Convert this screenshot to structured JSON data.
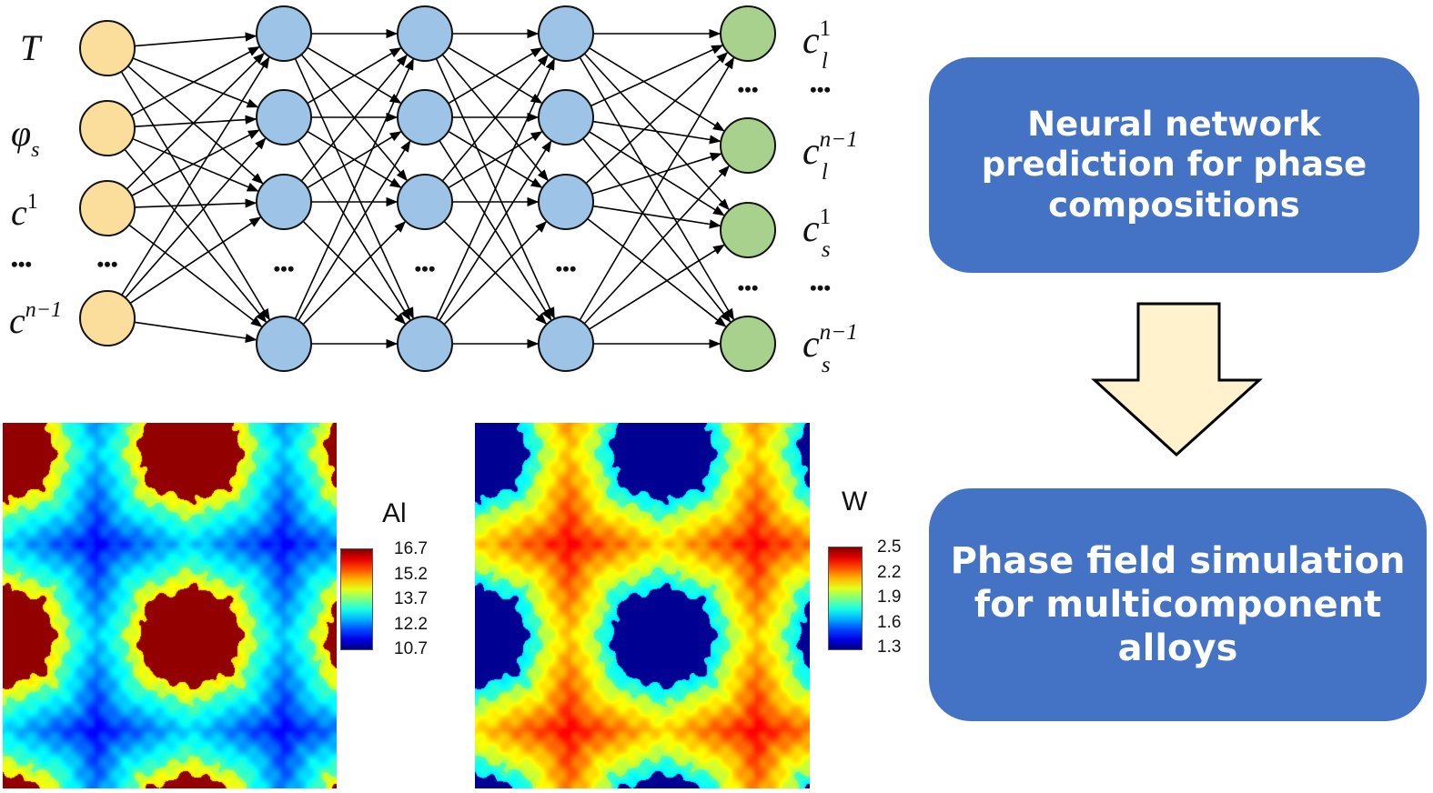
{
  "network": {
    "input_labels": [
      {
        "base": "T",
        "sub": "",
        "sup": ""
      },
      {
        "base": "φ",
        "sub": "s",
        "sup": ""
      },
      {
        "base": "c",
        "sub": "",
        "sup": "1"
      },
      {
        "base": "…",
        "sub": "",
        "sup": ""
      },
      {
        "base": "c",
        "sub": "",
        "sup": "n−1"
      }
    ],
    "output_labels": [
      {
        "base": "c",
        "sub": "l",
        "sup": "1"
      },
      {
        "base": "…",
        "sub": "",
        "sup": ""
      },
      {
        "base": "c",
        "sub": "l",
        "sup": "n−1"
      },
      {
        "base": "c",
        "sub": "s",
        "sup": "1"
      },
      {
        "base": "…",
        "sub": "",
        "sup": ""
      },
      {
        "base": "c",
        "sub": "s",
        "sup": "n−1"
      }
    ],
    "ellipsis": "•••",
    "colors": {
      "input_node": "#FBDE9B",
      "hidden_node": "#9DC3E6",
      "output_node": "#A9D18E",
      "edge": "#000000"
    },
    "hidden_layers": 3
  },
  "flow": {
    "step1_lines": [
      "Neural network",
      "prediction for phase",
      "compositions"
    ],
    "step2_lines": [
      "Phase field simulation",
      "for multicomponent",
      "alloys"
    ],
    "box_color": "#4472C4",
    "arrow_color": "#FFF2CC"
  },
  "fields": {
    "al": {
      "title": "Al",
      "ticks": [
        "16.7",
        "15.2",
        "13.7",
        "12.2",
        "10.7"
      ],
      "range": [
        10.7,
        16.7
      ]
    },
    "w": {
      "title": "W",
      "ticks": [
        "2.5",
        "2.2",
        "1.9",
        "1.6",
        "1.3"
      ],
      "range": [
        1.3,
        2.5
      ]
    }
  }
}
